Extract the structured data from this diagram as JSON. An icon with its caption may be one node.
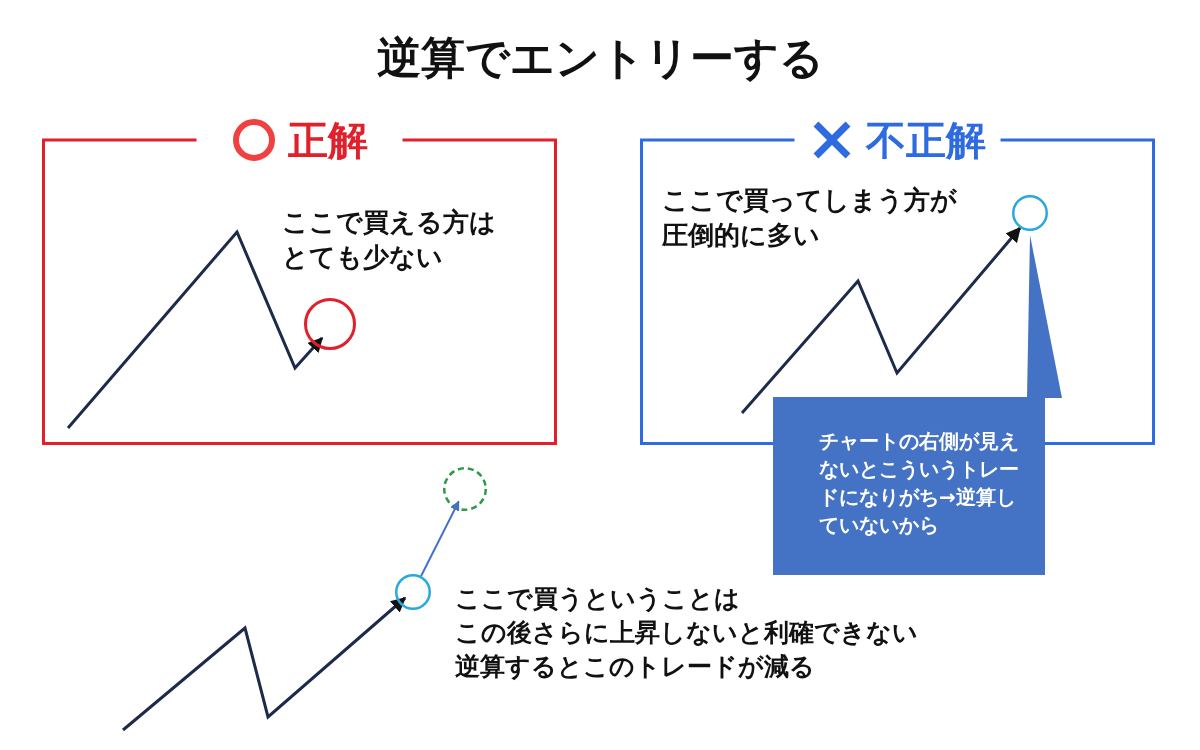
{
  "diagram": {
    "title": "逆算でエントリーする",
    "nodes": [
      {
        "text": [
          "正解"
        ]
      },
      {
        "text": [
          "不正解"
        ]
      },
      {
        "text": [
          "ここで買える方はとても少ない"
        ],
        "in": 0
      },
      {
        "text": [],
        "shape": "circle",
        "in": 0
      },
      {
        "text": [
          "ここで買ってしまう方が圧倒的に多い"
        ],
        "in": 1
      },
      {
        "text": [],
        "shape": "circle",
        "in": 1
      },
      {
        "text": [
          "チャートの右側が見えないとこういうトレードになりがち→逆算していないから"
        ]
      },
      {
        "text": [],
        "shape": "circle"
      },
      {
        "text": [],
        "shape": "circle"
      },
      {
        "text": [
          "ここで買うということは",
          "この後さらに上昇しないと利確できない",
          "逆算するとこのトレードが減る"
        ]
      }
    ],
    "edges": [
      {
        "from": 6,
        "to": 5,
        "arrow": "none",
        "color": "#4472c4"
      },
      {
        "from": 7,
        "to": 8,
        "arrow": "to",
        "color": "#4472c4"
      },
      {
        "from": null,
        "to": 3,
        "arrow": "to"
      },
      {
        "from": null,
        "to": 5,
        "arrow": "to"
      },
      {
        "from": null,
        "to": 7,
        "arrow": "to"
      }
    ]
  }
}
